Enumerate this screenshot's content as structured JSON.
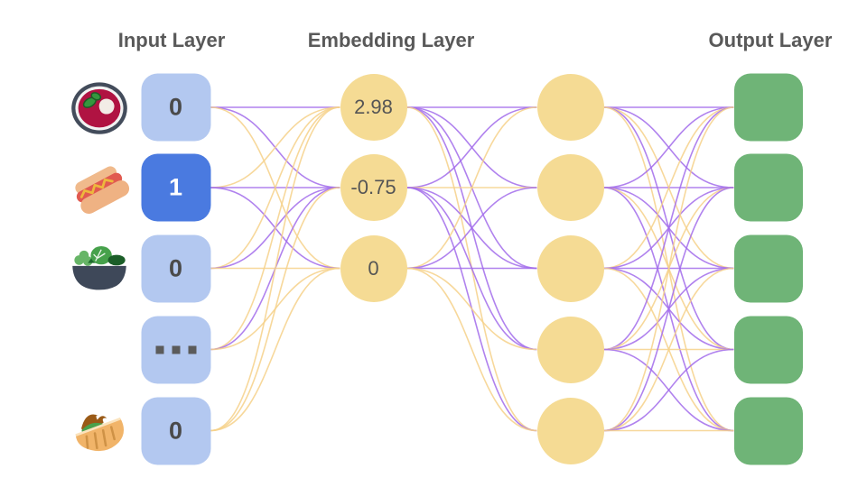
{
  "titles": {
    "input": "Input Layer",
    "embedding": "Embedding Layer",
    "output": "Output Layer"
  },
  "colors": {
    "wire_purple": "#a26ceb",
    "wire_yellow": "#f6d189",
    "input_box": "#b3c8f0",
    "input_box_active": "#4a7ae0",
    "embedding_circle": "#f5db94",
    "output_box": "#6fb477",
    "node_label_text": "#4a4a4a",
    "title_text": "#595959"
  },
  "network": {
    "input_layer": {
      "nodes": [
        {
          "icon": "borscht-soup-icon",
          "value": "0",
          "active": false
        },
        {
          "icon": "hot-dog-icon",
          "value": "1",
          "active": true
        },
        {
          "icon": "salad-bowl-icon",
          "value": "0",
          "active": false
        },
        {
          "icon": null,
          "value": "...",
          "active": false
        },
        {
          "icon": "pita-wrap-icon",
          "value": "0",
          "active": false
        }
      ]
    },
    "embedding_layer": {
      "nodes": [
        {
          "value": "2.98"
        },
        {
          "value": "-0.75"
        },
        {
          "value": "0"
        }
      ]
    },
    "hidden_layer": {
      "nodes": [
        {
          "value": ""
        },
        {
          "value": ""
        },
        {
          "value": ""
        },
        {
          "value": ""
        },
        {
          "value": ""
        }
      ]
    },
    "output_layer": {
      "nodes": [
        {
          "value": ""
        },
        {
          "value": ""
        },
        {
          "value": ""
        },
        {
          "value": ""
        },
        {
          "value": ""
        }
      ]
    },
    "connections": {
      "input_to_embedding": [
        [
          "P",
          "P",
          "Y"
        ],
        [
          "Y",
          "P",
          "P"
        ],
        [
          "Y",
          "P",
          "Y"
        ],
        [
          "Y",
          "P",
          "Y"
        ],
        [
          "Y",
          "Y",
          "Y"
        ]
      ],
      "embedding_to_hidden": [
        [
          "P",
          "P",
          "P",
          "P",
          "Y"
        ],
        [
          "P",
          "Y",
          "P",
          "P",
          "P"
        ],
        [
          "Y",
          "P",
          "P",
          "Y",
          "Y"
        ]
      ],
      "hidden_to_output": [
        [
          "P",
          "P",
          "Y",
          "P",
          "Y"
        ],
        [
          "P",
          "P",
          "P",
          "Y",
          "P"
        ],
        [
          "Y",
          "P",
          "P",
          "P",
          "Y"
        ],
        [
          "P",
          "Y",
          "P",
          "Y",
          "P"
        ],
        [
          "Y",
          "P",
          "Y",
          "P",
          "Y"
        ]
      ]
    }
  }
}
